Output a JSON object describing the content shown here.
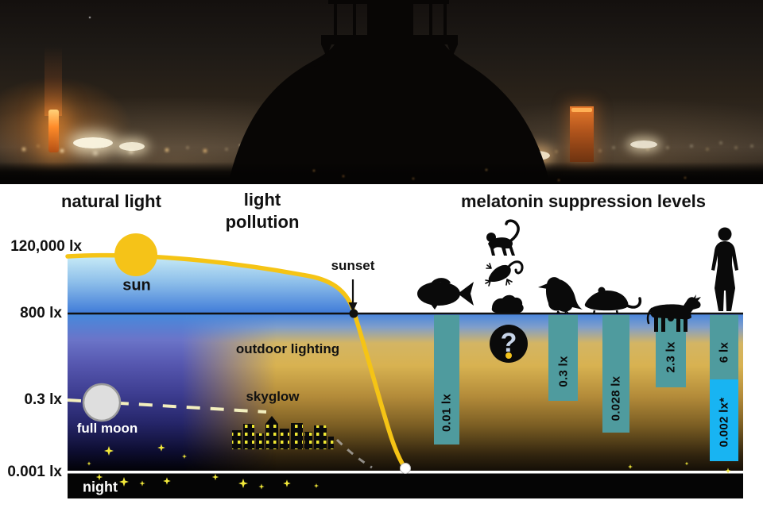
{
  "headings": {
    "natural_light": "natural light",
    "light_pollution": "light\npollution",
    "melatonin": "melatonin suppression levels"
  },
  "axis": {
    "daylight": "120,000 lx",
    "sunset_line": "800 lx",
    "full_moon_line": "0.3 lx",
    "night_line": "0.001 lx"
  },
  "labels": {
    "sun": "sun",
    "sunset": "sunset",
    "outdoor_lighting": "outdoor lighting",
    "skyglow": "skyglow",
    "full_moon": "full moon",
    "night": "night"
  },
  "species": [
    "fish",
    "monkey",
    "lizard",
    "frog",
    "raven",
    "rat",
    "cow",
    "human"
  ],
  "chart_data": {
    "type": "bar",
    "title": "melatonin suppression levels",
    "orientation": "bars hang downward from the 800 lx sunset line into dimmer light levels",
    "categories": [
      "fish",
      "monkey/lizard/frog",
      "raven",
      "rat",
      "cow",
      "human",
      "human (starlight sensitivity)"
    ],
    "value_labels": [
      "0.01 lx",
      "?",
      "0.3 lx",
      "0.028 lx",
      "2.3 lx",
      "6 lx",
      "0.002 lx*"
    ],
    "values_lx": [
      0.01,
      null,
      0.3,
      0.028,
      2.3,
      6,
      0.002
    ],
    "reference_levels": {
      "daylight": "120,000 lx",
      "sunset": "800 lx",
      "full_moon": "0.3 lx",
      "night": "0.001 lx"
    }
  },
  "colors": {
    "bar_teal": "#4f9b9e",
    "bar_cyan": "#18b4f2",
    "sun_yellow": "#f5c318",
    "curve_yellow": "#f5c415"
  }
}
